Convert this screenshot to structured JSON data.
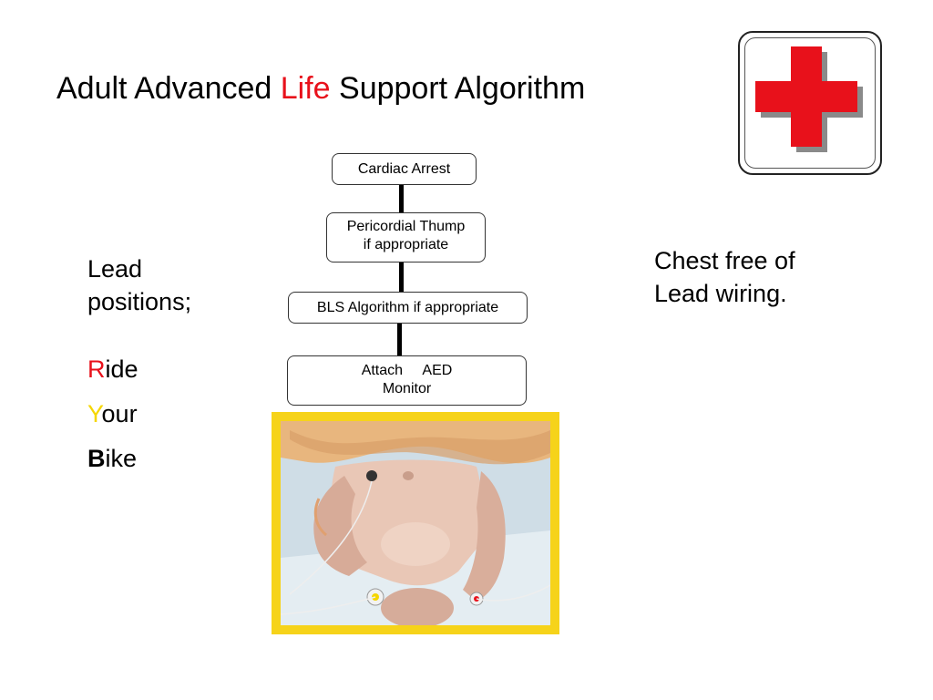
{
  "slide": {
    "title_before": "Adult Advanced ",
    "title_accent": "Life",
    "title_after": " Support Algorithm",
    "accent_color": "#e8111b"
  },
  "left_list": {
    "line1": "Lead",
    "line2": "positions;",
    "mnemonic": [
      {
        "first": "R",
        "rest": "ide",
        "first_color": "#e8111b"
      },
      {
        "first": "Y",
        "rest": "our",
        "first_color": "#f5d600"
      },
      {
        "first": "B",
        "rest": "ike",
        "first_color": "#000000"
      }
    ]
  },
  "right_note": {
    "text": "Chest free of Lead wiring."
  },
  "flowchart": {
    "box1": "Cardiac Arrest",
    "box2_line1": "Pericordial Thump",
    "box2_line2": "if appropriate",
    "box3": "BLS Algorithm if appropriate",
    "box4_line1": "Attach     AED",
    "box4_line2": "Monitor"
  },
  "icons": {
    "badge": "red-cross-icon",
    "cross_color": "#e8111b"
  },
  "photo": {
    "frame_color": "#f6d31a"
  }
}
